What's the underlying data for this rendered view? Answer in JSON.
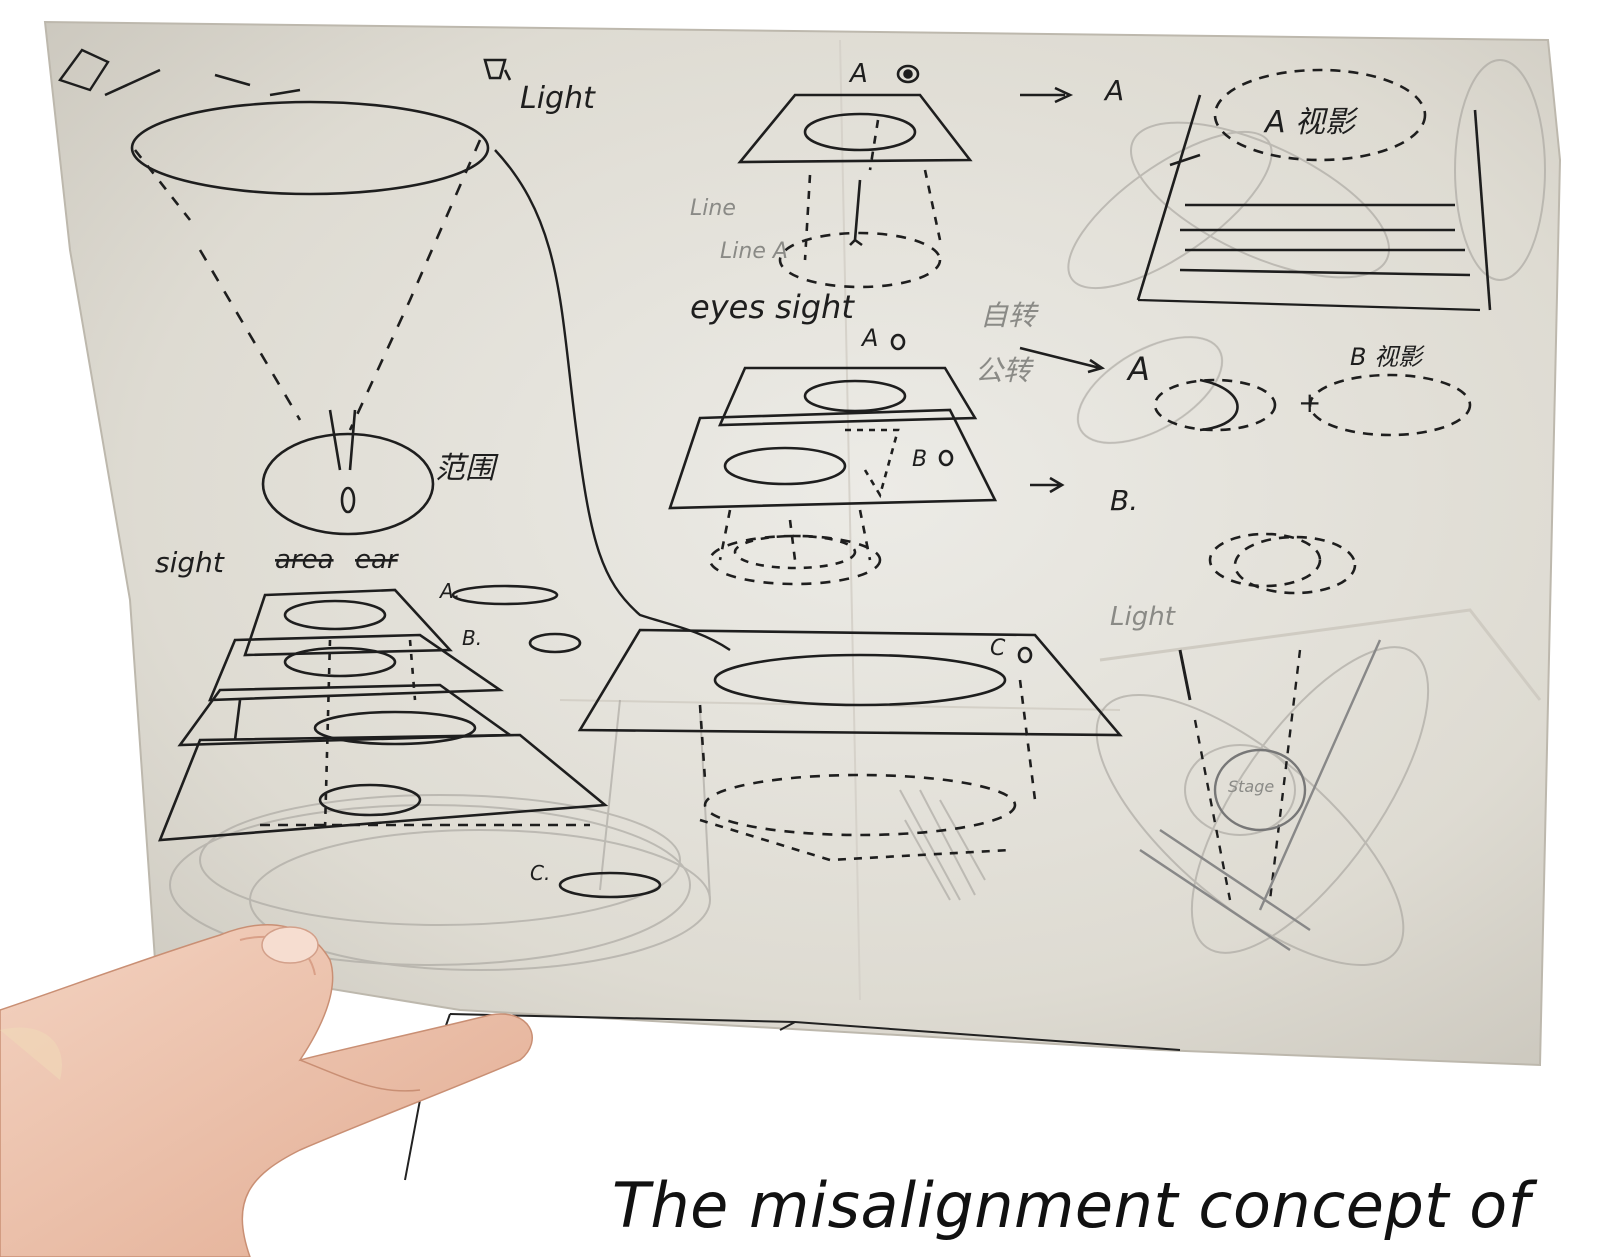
{
  "sketch": {
    "labels": {
      "light_top": "Light",
      "a_eye_top": "A",
      "arrow_a": "A",
      "a_view": "A 视影",
      "line_1": "Line",
      "line_2": "Line A",
      "eyes_sight": "eyes sight",
      "a_eye_mid": "A",
      "rotate_1": "自转",
      "rotate_2": "公转",
      "arrow_a2": "A",
      "b_view": "B 视影",
      "plus": "+",
      "b_eye": "B",
      "arrow_b": "B.",
      "light_right": "Light",
      "stage_word": "Stage",
      "c_eye": "C",
      "sight_range_cn": "范围",
      "sight_word": "sight",
      "struck_area": "area",
      "struck_ear": "ear",
      "level_a": "A.",
      "level_b": "B.",
      "level_c": "C."
    }
  },
  "caption": "The misalignment concept of",
  "colors": {
    "ink": "#1e1e1e",
    "pencil": "#8a8a86",
    "paper": "#e7e4dc",
    "skin": "#efc6b0"
  }
}
